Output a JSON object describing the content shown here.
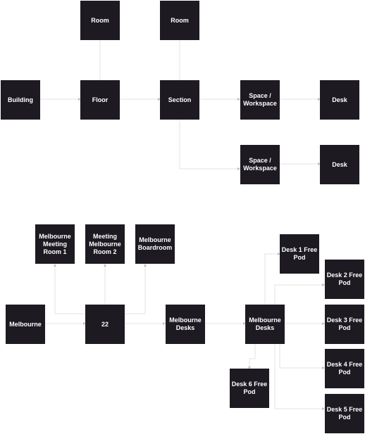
{
  "top_diagram": {
    "room_1": "Room",
    "room_2": "Room",
    "building": "Building",
    "floor": "Floor",
    "section": "Section",
    "space_1": "Space / Workspace",
    "desk_1": "Desk",
    "space_2": "Space / Workspace",
    "desk_2": "Desk"
  },
  "bottom_diagram": {
    "meeting_room_1": "Melbourne Meeting Room 1",
    "meeting_room_2": "Meeting Melbourne Room 2",
    "boardroom": "Melbourne Boardroom",
    "melbourne": "Melbourne",
    "level_22": "22",
    "desks_section": "Melbourne Desks",
    "desks_space": "Melbourne Desks",
    "desk_1_free_pod": "Desk 1 Free Pod",
    "desk_2_free_pod": "Desk 2 Free Pod",
    "desk_3_free_pod": "Desk 3 Free Pod",
    "desk_4_free_pod": "Desk 4 Free Pod",
    "desk_5_free_pod": "Desk 5 Free Pod",
    "desk_6_free_pod": "Desk 6 Free Pod"
  },
  "colors": {
    "node_fill": "#1d1a21",
    "node_text": "#ffffff",
    "connector": "#e2e2e2"
  }
}
